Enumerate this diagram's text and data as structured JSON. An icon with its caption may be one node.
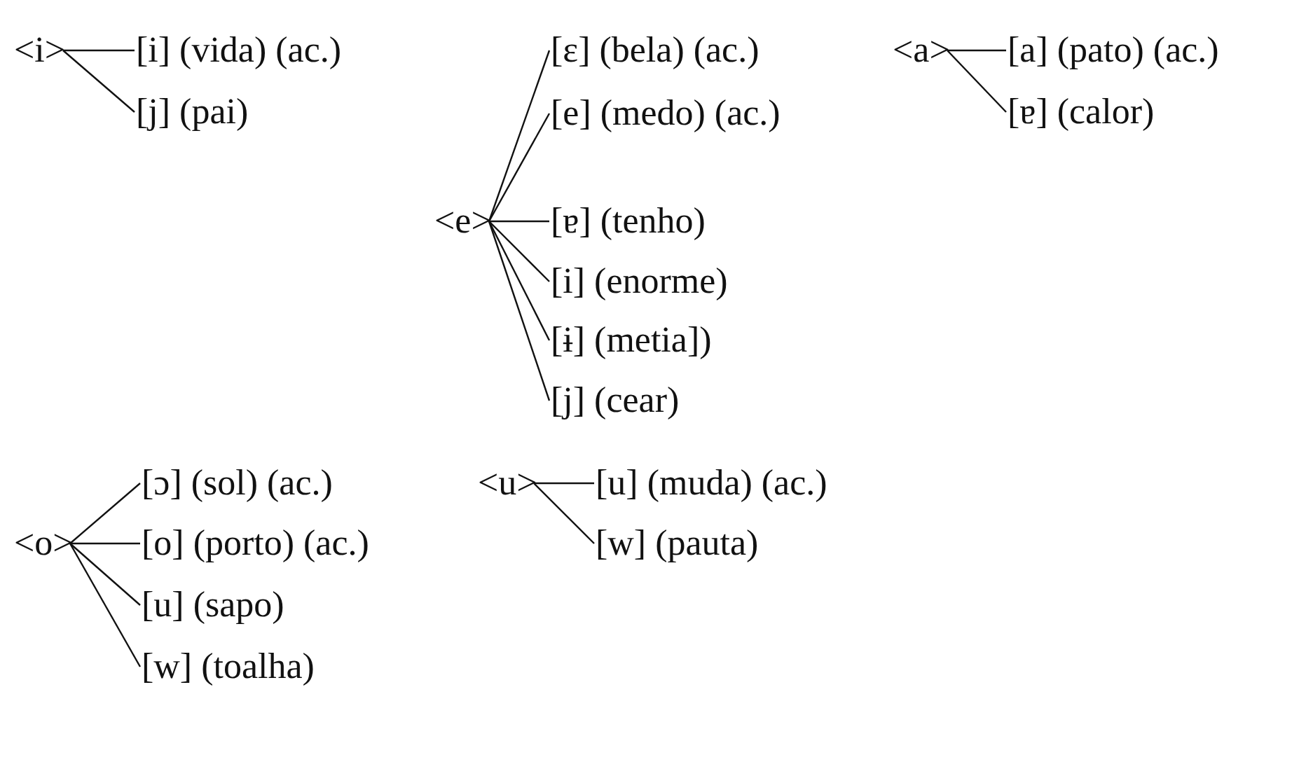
{
  "diagram": {
    "nodes": [
      {
        "text": [
          "<i>"
        ]
      },
      {
        "text": [
          "[i] (vida) (ac.)"
        ]
      },
      {
        "text": [
          "[j] (pai)"
        ]
      },
      {
        "text": [
          "<e>"
        ]
      },
      {
        "text": [
          "[ɛ] (bela) (ac.)"
        ]
      },
      {
        "text": [
          "[e] (medo) (ac.)"
        ]
      },
      {
        "text": [
          "[ɐ] (tenho)"
        ]
      },
      {
        "text": [
          "[i] (enorme)"
        ]
      },
      {
        "text": [
          "[ɨ] (metia])"
        ]
      },
      {
        "text": [
          "[j] (cear)"
        ]
      },
      {
        "text": [
          "<a>"
        ]
      },
      {
        "text": [
          "[a] (pato) (ac.)"
        ]
      },
      {
        "text": [
          "[ɐ] (calor)"
        ]
      },
      {
        "text": [
          "<o>"
        ]
      },
      {
        "text": [
          "[ɔ] (sol) (ac.)"
        ]
      },
      {
        "text": [
          "[o] (porto) (ac.)"
        ]
      },
      {
        "text": [
          "[u] (sapo)"
        ]
      },
      {
        "text": [
          "[w] (toalha)"
        ]
      },
      {
        "text": [
          "<u>"
        ]
      },
      {
        "text": [
          "[u] (muda) (ac.)"
        ]
      },
      {
        "text": [
          "[w] (pauta)"
        ]
      }
    ],
    "edges": [
      {
        "from": 0,
        "to": 1,
        "arrow": "none"
      },
      {
        "from": 0,
        "to": 2,
        "arrow": "none"
      },
      {
        "from": 3,
        "to": 4,
        "arrow": "none"
      },
      {
        "from": 3,
        "to": 5,
        "arrow": "none"
      },
      {
        "from": 3,
        "to": 6,
        "arrow": "none"
      },
      {
        "from": 3,
        "to": 7,
        "arrow": "none"
      },
      {
        "from": 3,
        "to": 8,
        "arrow": "none"
      },
      {
        "from": 3,
        "to": 9,
        "arrow": "none"
      },
      {
        "from": 10,
        "to": 11,
        "arrow": "none"
      },
      {
        "from": 10,
        "to": 12,
        "arrow": "none"
      },
      {
        "from": 13,
        "to": 14,
        "arrow": "none"
      },
      {
        "from": 13,
        "to": 15,
        "arrow": "none"
      },
      {
        "from": 13,
        "to": 16,
        "arrow": "none"
      },
      {
        "from": 13,
        "to": 17,
        "arrow": "none"
      },
      {
        "from": 18,
        "to": 19,
        "arrow": "none"
      },
      {
        "from": 18,
        "to": 20,
        "arrow": "none"
      }
    ]
  }
}
